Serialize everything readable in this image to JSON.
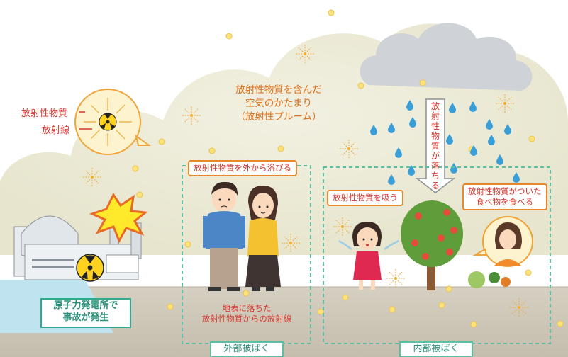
{
  "plume": {
    "line1": "放射性物質を含んだ",
    "line2": "空気のかたまり",
    "line3": "（放射性プルーム）"
  },
  "legend": {
    "material": "放射性物質",
    "radiation": "放射線"
  },
  "rain_label": "放射性物質が落ちる",
  "plant_label": {
    "line1": "原子力発電所で",
    "line2": "事故が発生"
  },
  "external": {
    "callout": "放射性物質を外から浴びる",
    "ground_line1": "地表に落ちた",
    "ground_line2": "放射性物質からの放射線",
    "tag": "外部被ばく"
  },
  "internal": {
    "callout_breathe": "放射性物質を吸う",
    "callout_eat_line1": "放射性物質がついた",
    "callout_eat_line2": "食べ物を食べる",
    "tag": "内部被ばく"
  },
  "colors": {
    "plume": "#ecebd8",
    "rain_cloud": "#cfd2d6",
    "ground": "#c9c3b4",
    "water": "#bfe4ef",
    "dashed_box": "#5cbfa4",
    "callout_border": "#e8882a",
    "text_orange": "#e0701a",
    "text_red": "#d9342b",
    "particle": "#f5d35a",
    "raindrop": "#3a9ed9"
  },
  "icons": [
    "radiation-symbol-icon",
    "radiation-burst-icon",
    "raindrop-icon",
    "particle-icon",
    "explosion-icon",
    "down-arrow-icon"
  ]
}
